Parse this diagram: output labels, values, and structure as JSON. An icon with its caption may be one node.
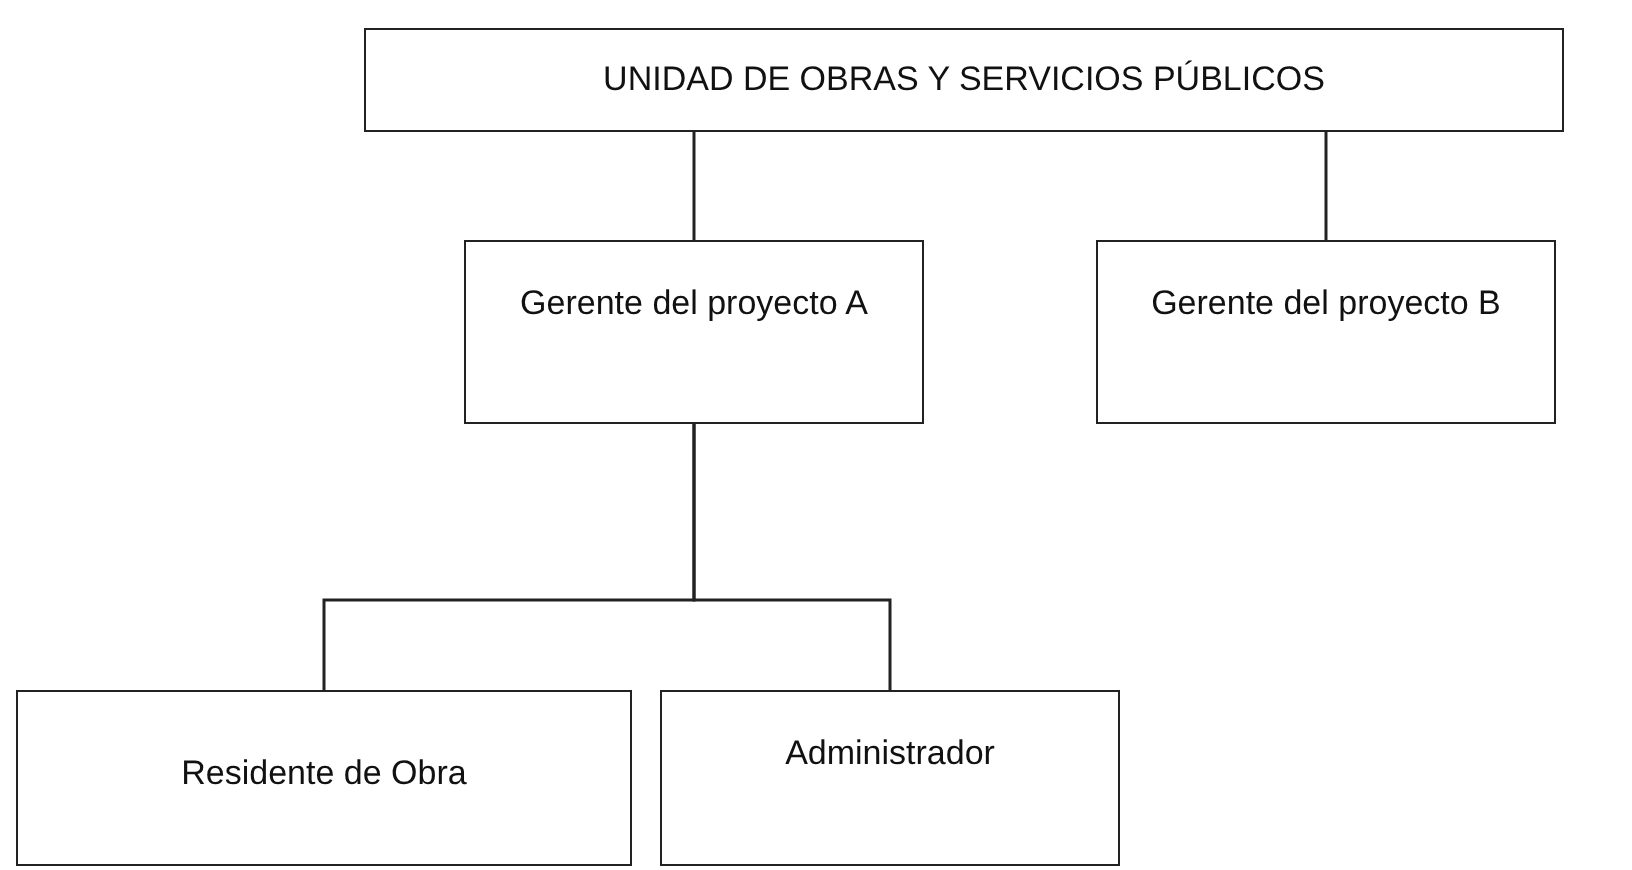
{
  "diagram": {
    "nodes": [
      {
        "text": [
          "UNIDAD DE OBRAS Y SERVICIOS PÚBLICOS"
        ]
      },
      {
        "text": [
          "Gerente del proyecto A"
        ]
      },
      {
        "text": [
          "Gerente del proyecto B"
        ]
      },
      {
        "text": [
          "Residente de Obra"
        ]
      },
      {
        "text": [
          "Administrador"
        ]
      }
    ],
    "edges": [
      {
        "from": 0,
        "to": 1,
        "arrow": "none"
      },
      {
        "from": 0,
        "to": 2,
        "arrow": "none"
      },
      {
        "from": 1,
        "to": 3,
        "arrow": "none"
      },
      {
        "from": 1,
        "to": 4,
        "arrow": "none"
      }
    ]
  }
}
